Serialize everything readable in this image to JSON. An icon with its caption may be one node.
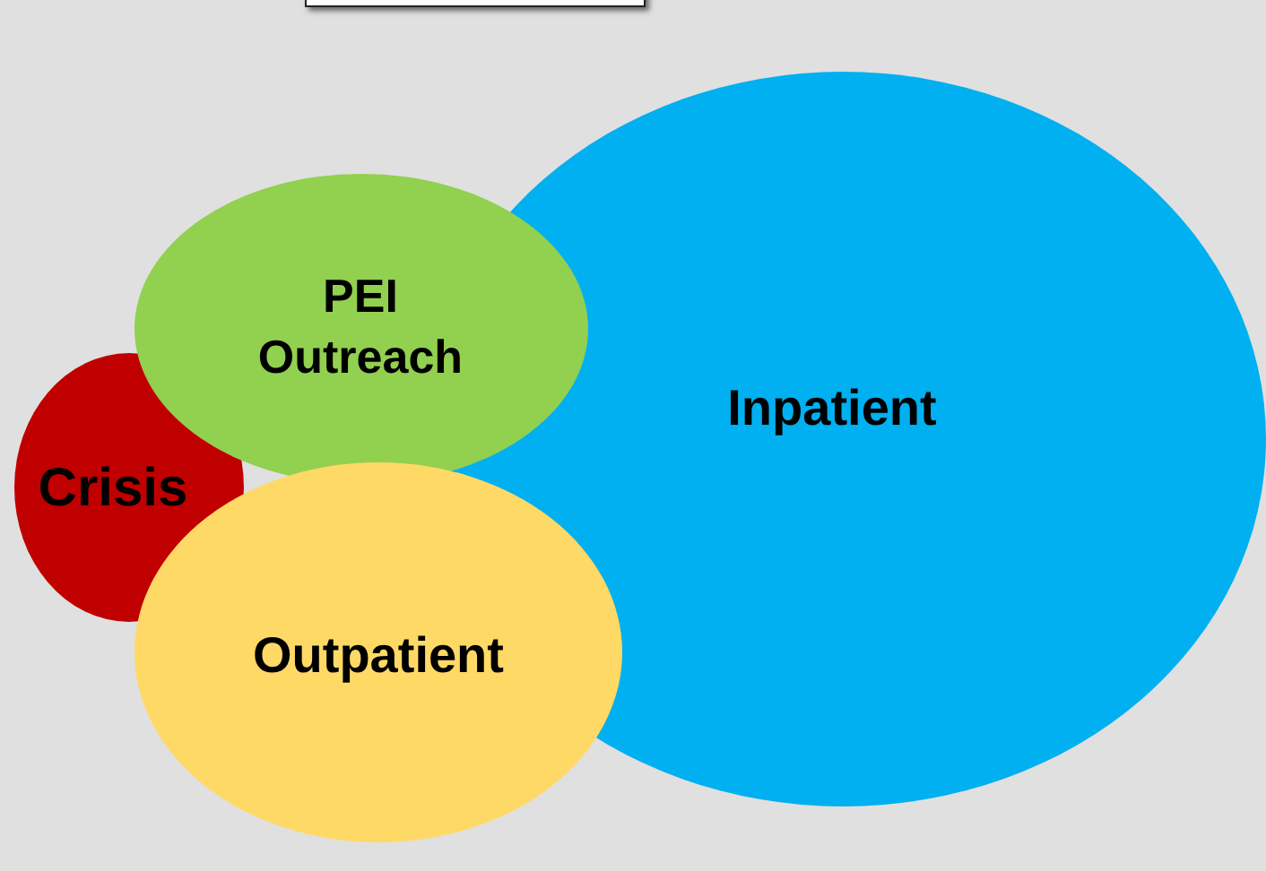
{
  "diagram": {
    "nodes": [
      {
        "text": [
          "Inpatient"
        ]
      },
      {
        "text": [
          "Crisis"
        ]
      },
      {
        "text": [
          "PEI Outreach"
        ]
      },
      {
        "text": [
          "Outpatient"
        ]
      }
    ]
  }
}
